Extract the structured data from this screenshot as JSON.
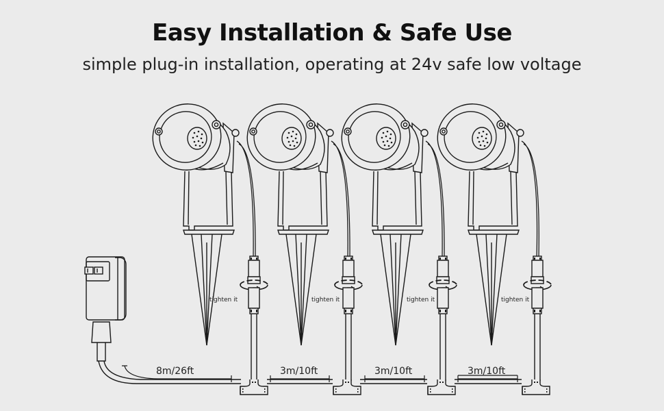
{
  "header": {
    "title": "Easy Installation & Safe Use",
    "subtitle": "simple plug-in installation, operating at 24v safe low voltage"
  },
  "diagram": {
    "lights": [
      {
        "label": "tighten it"
      },
      {
        "label": "tighten it"
      },
      {
        "label": "tighten it"
      },
      {
        "label": "tighten it"
      }
    ],
    "cables": [
      {
        "length": "8m/26ft"
      },
      {
        "length": "3m/10ft"
      },
      {
        "length": "3m/10ft"
      },
      {
        "length": "3m/10ft"
      }
    ]
  },
  "colors": {
    "background": "#ebebeb",
    "line": "#1a1a1a"
  }
}
